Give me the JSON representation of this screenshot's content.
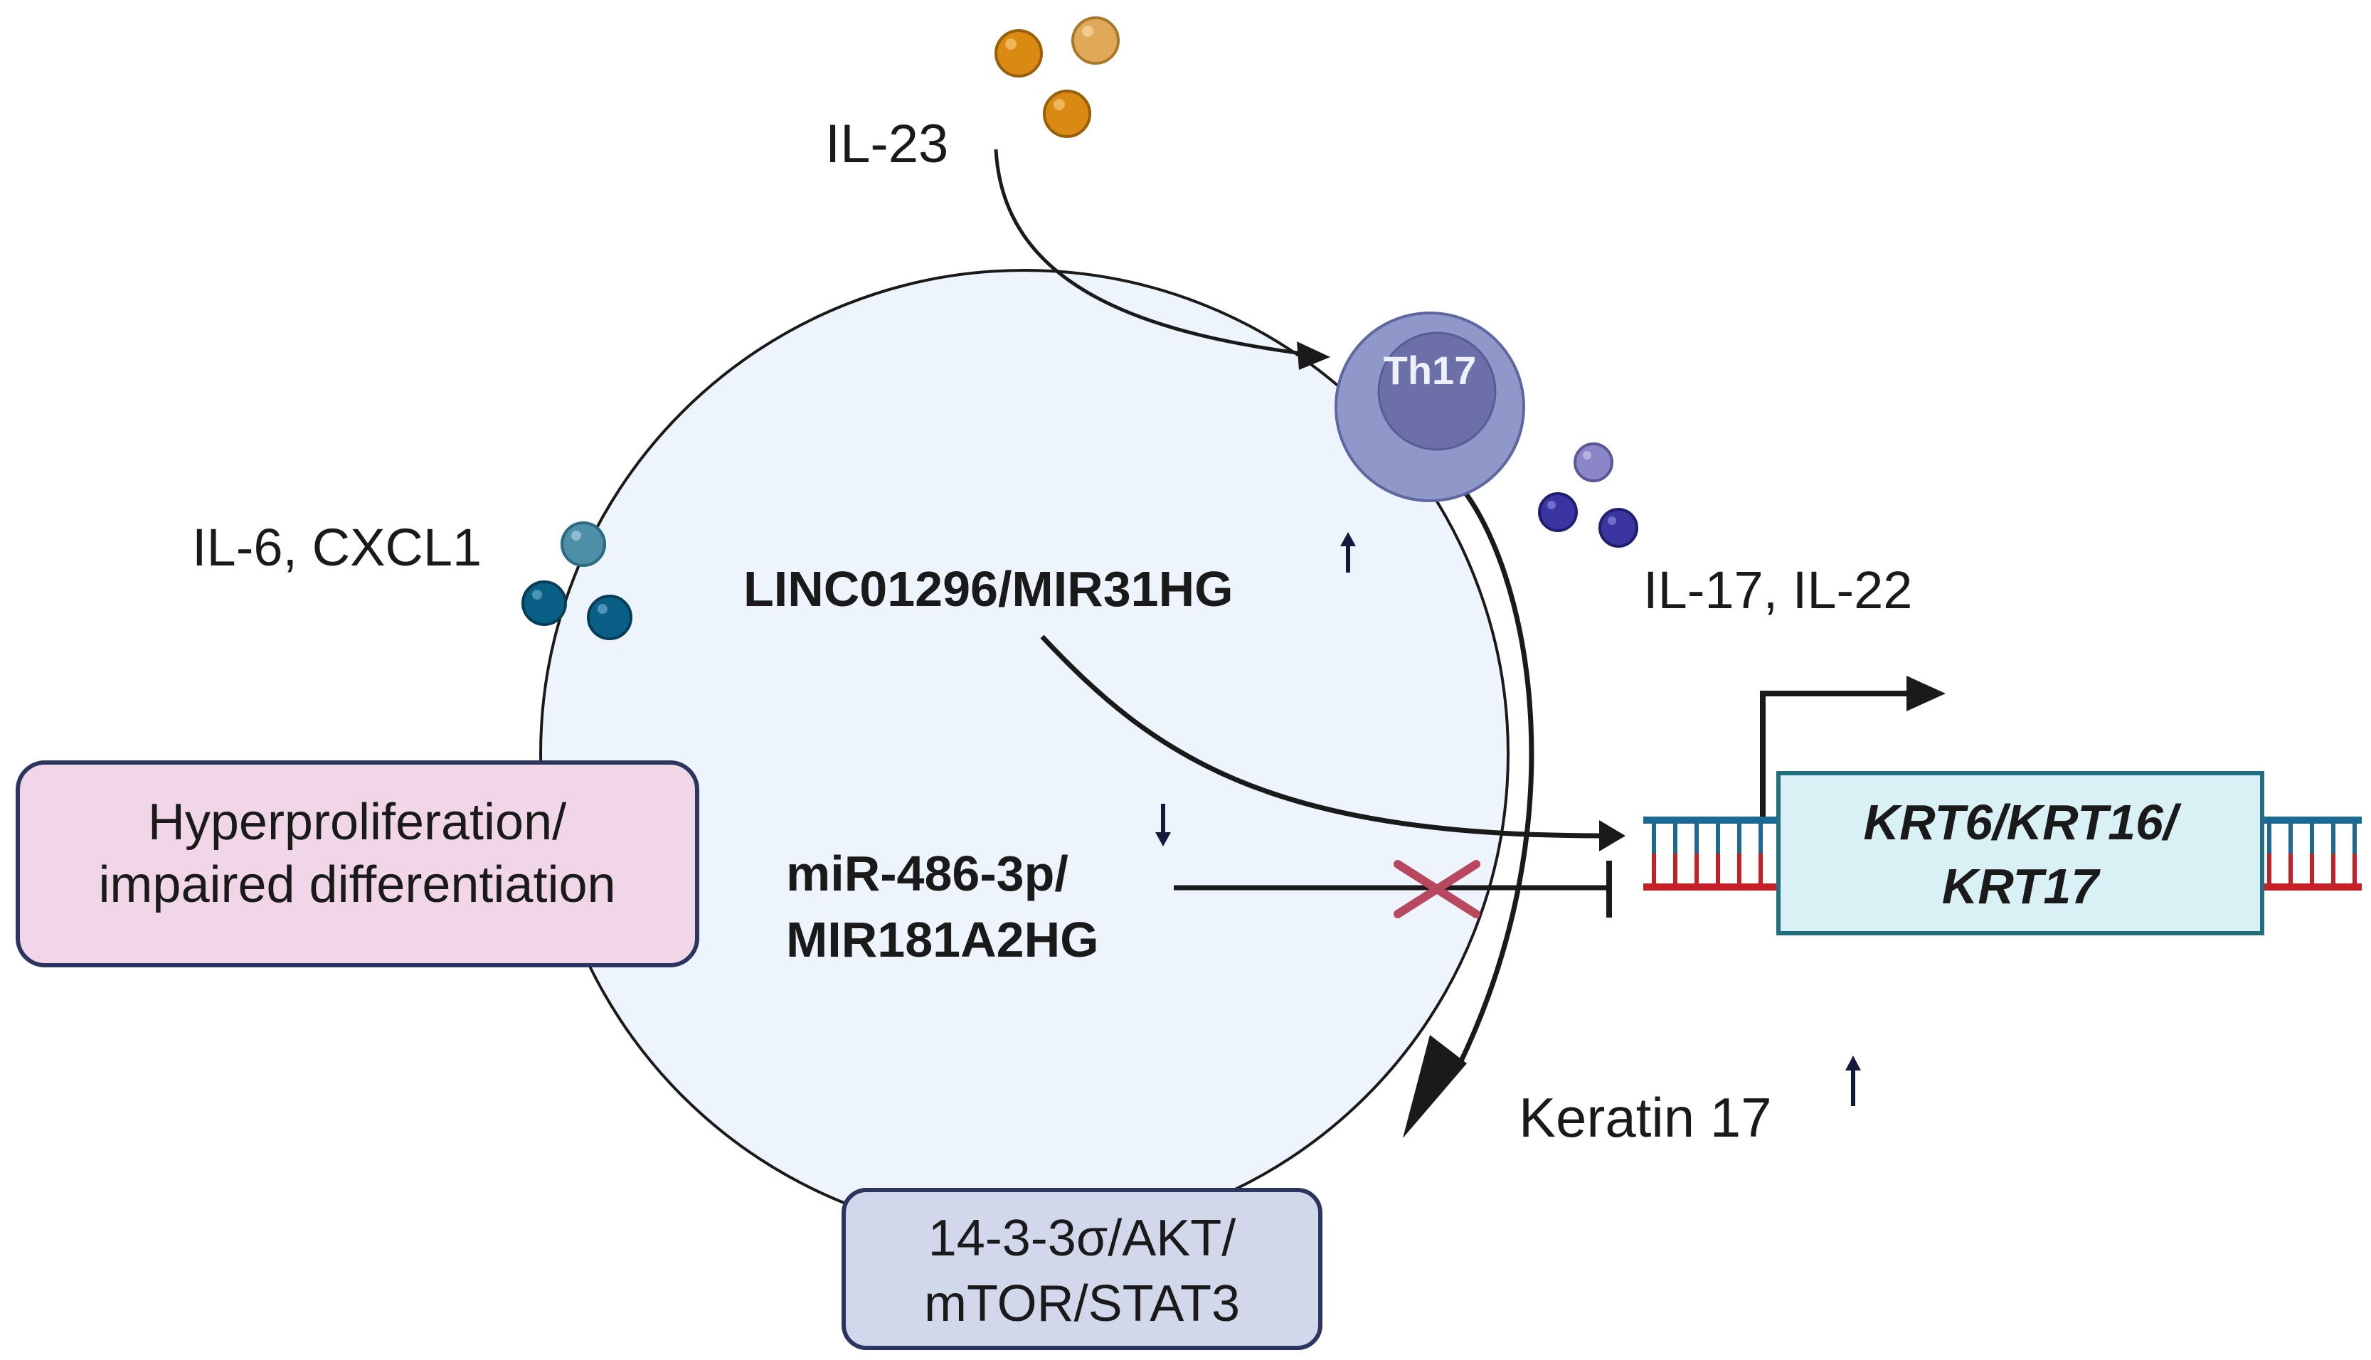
{
  "colors": {
    "cell_fill": "#eef4fb",
    "cell_stroke": "#1a1a1a",
    "th17_outer": "#8f98c8",
    "th17_inner": "#6c6fa8",
    "il23_particle": "#d98a12",
    "il23_particle_light": "#e0a95a",
    "il6_particle": "#0a5f86",
    "il6_particle_light": "#4d8fa6",
    "il17_particle": "#3a35a0",
    "il17_particle_light": "#8a86c8",
    "hyper_box_fill": "#f0d6e6",
    "pathway_box_fill": "#d2d8ec",
    "gene_box_fill": "#d9f1f5",
    "box_stroke": "#2c3560",
    "gene_box_stroke": "#1f6f80",
    "dna_blue": "#1c6a94",
    "dna_red": "#c42026",
    "inhibition_cross": "#b8485f",
    "arrow": "#1a1a1a",
    "up_down_arrow": "#141a3c"
  },
  "icons": {
    "il23_particles": "sphere-icon",
    "il6_particles": "sphere-icon",
    "il17_particles": "sphere-icon",
    "th17": "immune-cell-icon",
    "dna": "dna-double-strand-icon",
    "promoter": "transcription-start-arrow-icon",
    "block": "cross-icon"
  },
  "labels": {
    "il23": "IL-23",
    "th17": "Th17",
    "il6_cxcl1": "IL-6, CXCL1",
    "il17_il22": "IL-17, IL-22",
    "linc": "LINC01296/MIR31HG",
    "mir_line1": "miR-486-3p/",
    "mir_line2": "MIR181A2HG",
    "keratin": "Keratin 17"
  },
  "boxes": {
    "hyper_line1": "Hyperproliferation/",
    "hyper_line2": "impaired differentiation",
    "pathway_line1": "14-3-3σ/AKT/",
    "pathway_line2": "mTOR/STAT3",
    "gene_line1": "KRT6/KRT16/",
    "gene_line2": "KRT17"
  },
  "regulation": {
    "linc": "up",
    "mir": "down",
    "keratin": "up"
  }
}
